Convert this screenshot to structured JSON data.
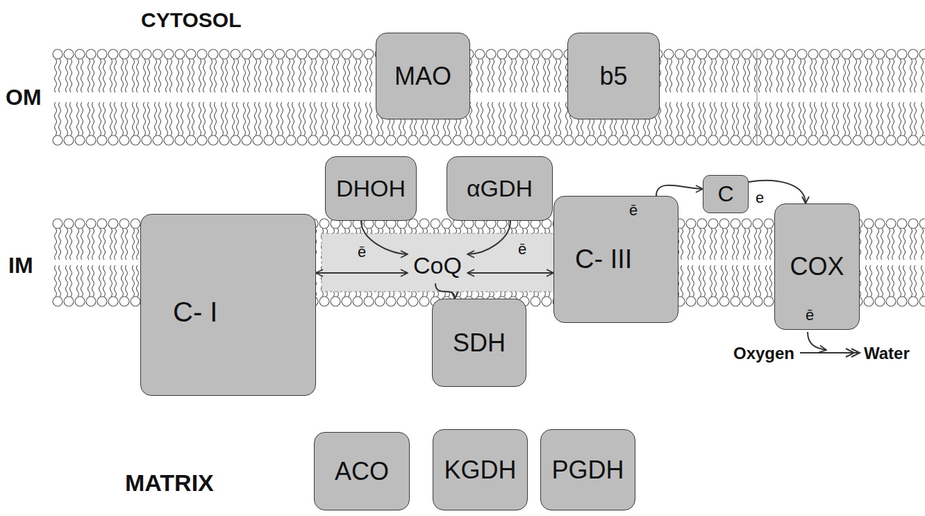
{
  "diagram": {
    "nodes": [
      {
        "text": [
          "MAO"
        ]
      },
      {
        "text": [
          "b5"
        ]
      },
      {
        "text": [
          "DHOH"
        ]
      },
      {
        "text": [
          "αGDH"
        ]
      },
      {
        "text": [
          "C- I"
        ]
      },
      {
        "text": [
          "CoQ"
        ]
      },
      {
        "text": [
          "C- III"
        ]
      },
      {
        "text": [
          "C"
        ]
      },
      {
        "text": [
          "COX"
        ]
      },
      {
        "text": [
          "SDH"
        ]
      },
      {
        "text": [
          "ACO"
        ]
      },
      {
        "text": [
          "KGDH"
        ]
      },
      {
        "text": [
          "PGDH"
        ]
      }
    ],
    "edges": [
      {
        "from": 2,
        "to": 5,
        "arrow": "to"
      },
      {
        "from": 3,
        "to": 5,
        "arrow": "to"
      },
      {
        "from": 4,
        "to": 5,
        "arrow": "both"
      },
      {
        "from": 5,
        "to": 6,
        "arrow": "both"
      },
      {
        "from": 5,
        "to": 9,
        "arrow": "to"
      },
      {
        "from": 6,
        "to": 7,
        "arrow": "to"
      },
      {
        "from": 7,
        "to": 8,
        "arrow": "to"
      }
    ],
    "labels": [
      "CYTOSOL",
      "OM",
      "IM",
      "ē",
      "ē",
      "ē",
      "e",
      "ē",
      "Oxygen",
      "Water",
      "MATRIX"
    ]
  }
}
